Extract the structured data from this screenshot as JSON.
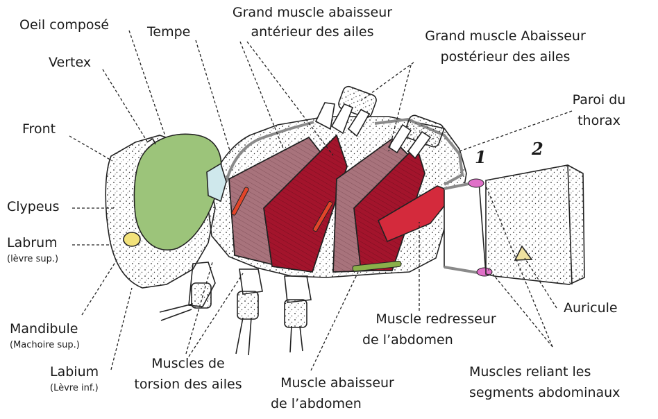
{
  "labels": {
    "oeil_compose": "Oeil composé",
    "vertex": "Vertex",
    "tempe": "Tempe",
    "front": "Front",
    "clypeus": "Clypeus",
    "labrum": "Labrum",
    "labrum_note": "(lèvre sup.)",
    "mandibule": "Mandibule",
    "mandibule_note": "(Machoire sup.)",
    "labium": "Labium",
    "labium_note": "(Lèvre inf.)",
    "grand_anterieur_1": "Grand muscle abaisseur",
    "grand_anterieur_2": "antérieur des ailes",
    "grand_posterieur_1": "Grand muscle Abaisseur",
    "grand_posterieur_2": "postérieur des ailes",
    "paroi_1": "Paroi du",
    "paroi_2": "thorax",
    "seg_1": "1",
    "seg_2": "2",
    "auricule": "Auricule",
    "redresseur_1": "Muscle redresseur",
    "redresseur_2": "de l’abdomen",
    "reliant_1": "Muscles reliant les",
    "reliant_2": "segments abdominaux",
    "torsion_1": "Muscles de",
    "torsion_2": "torsion des ailes",
    "abaisseur_abd_1": "Muscle abaisseur",
    "abaisseur_abd_2": "de l’abdomen"
  },
  "colors": {
    "eye": "#9cc47a",
    "temple": "#cfe8ec",
    "anterior_muscle": "#a8737c",
    "posterior_muscle": "#a3142c",
    "abdomen_raiser": "#d42a3c",
    "lower_muscle": "#8ab04a",
    "connecting_muscle": "#e070c8",
    "labrum": "#f2e27a",
    "auricle": "#f0e2a0",
    "tendon": "#e2452a"
  }
}
